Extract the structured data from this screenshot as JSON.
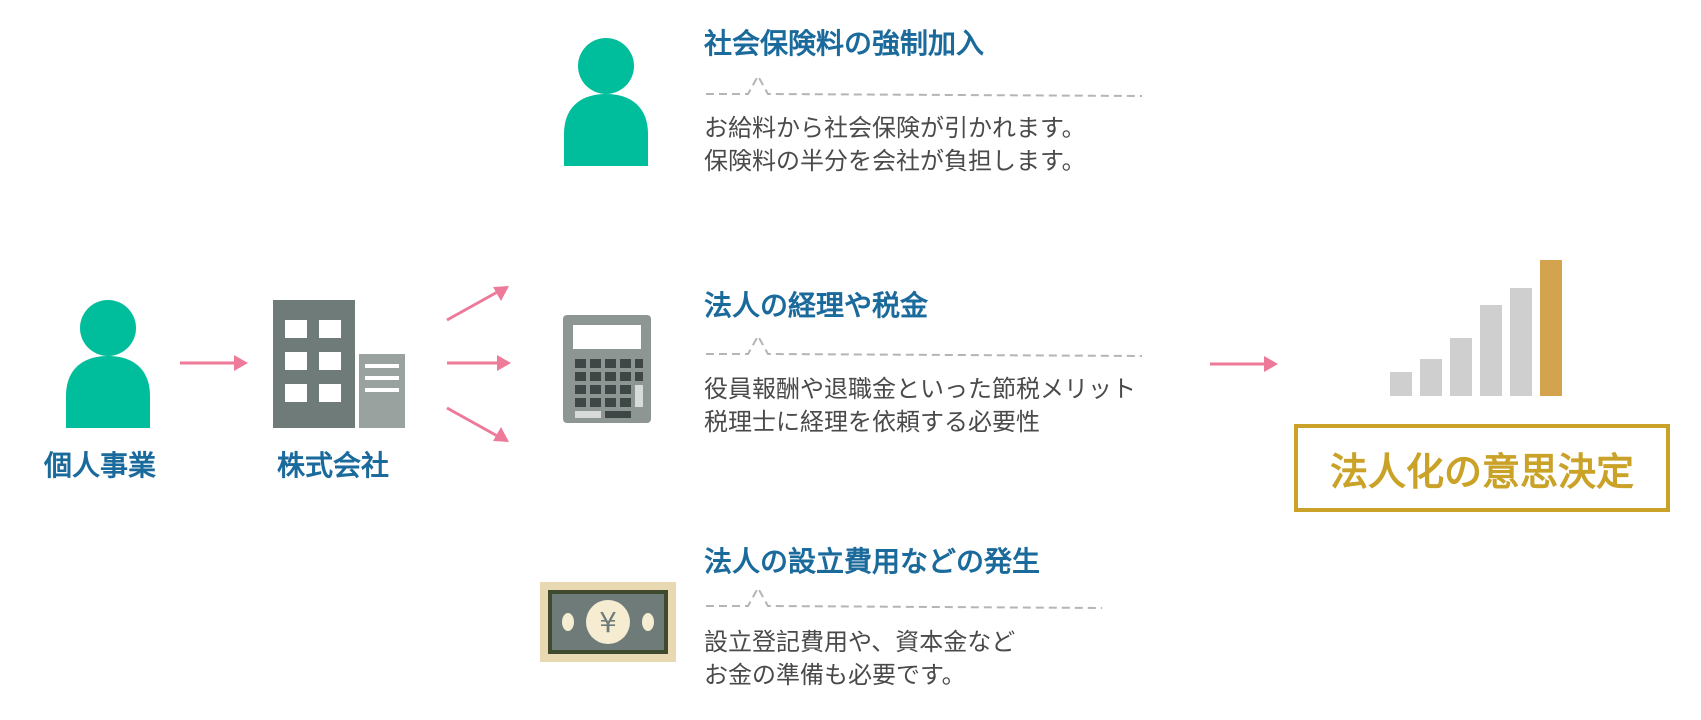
{
  "left": {
    "sole_proprietor_label": "個人事業",
    "corporation_label": "株式会社"
  },
  "items": [
    {
      "title": "社会保険料の強制加入",
      "lines": [
        "お給料から社会保険が引かれます。",
        "保険料の半分を会社が負担します。"
      ]
    },
    {
      "title": "法人の経理や税金",
      "lines": [
        "役員報酬や退職金といった節税メリット",
        "税理士に経理を依頼する必要性"
      ]
    },
    {
      "title": "法人の設立費用などの発生",
      "lines": [
        "設立登記費用や、資本金など",
        "お金の準備も必要です。"
      ]
    }
  ],
  "yen_symbol": "¥",
  "decision": {
    "label": "法人化の意思決定"
  },
  "colors": {
    "teal": "#00bd9b",
    "blue_text": "#1b6a9c",
    "arrow_pink": "#ee7a9a",
    "building": "#6e7b78",
    "gold": "#c9a227",
    "bar_gray": "#cfcfcf",
    "bar_gold": "#d4a34d"
  },
  "icons": [
    "person-icon",
    "building-icon",
    "calculator-icon",
    "yen-bill-icon",
    "bar-growth-icon",
    "arrow-icon"
  ]
}
